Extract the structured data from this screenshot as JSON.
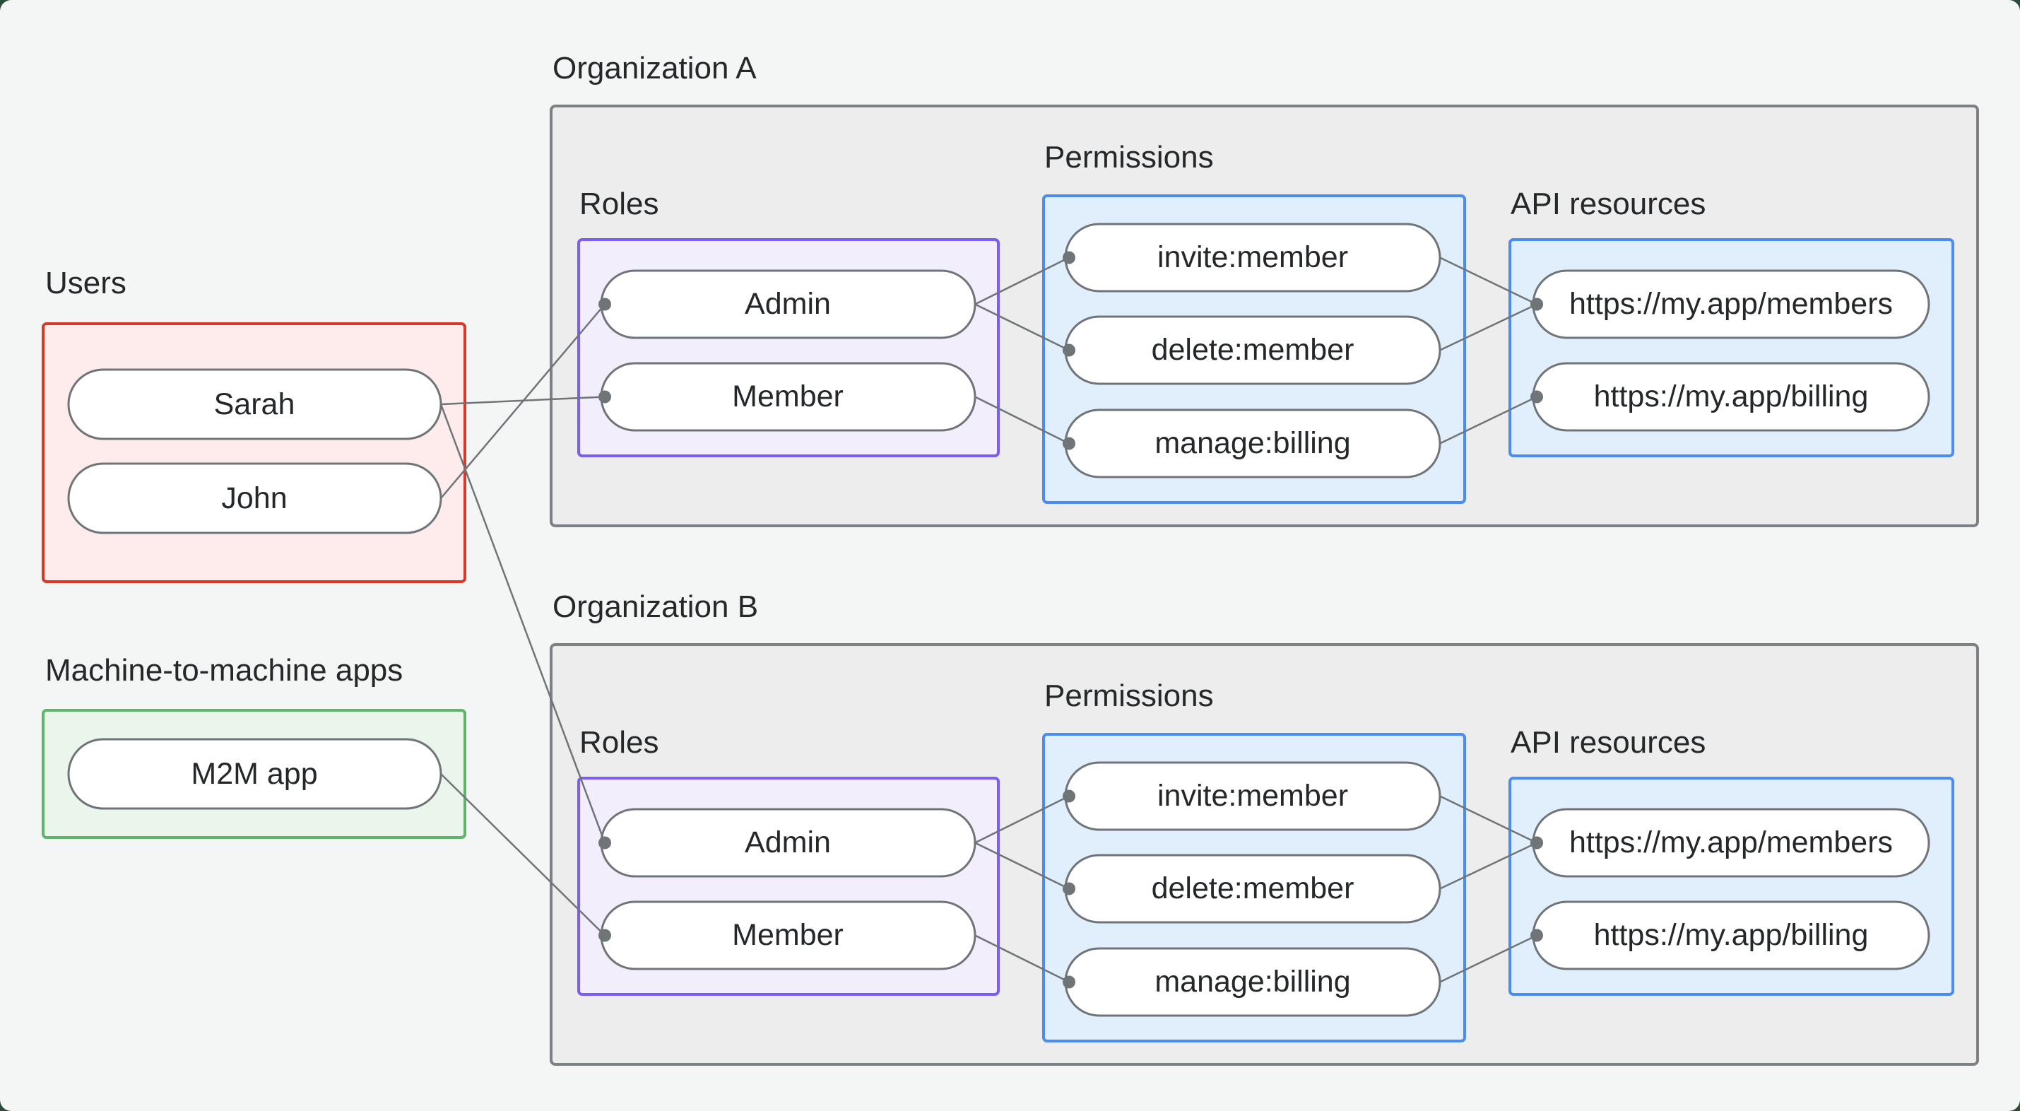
{
  "colors": {
    "page_background": "#f4f6f5",
    "outside_corner": "#2b4c3a",
    "org_box_fill": "#ecedec",
    "org_box_border": "#7b8084",
    "users_box_fill": "#fdeceb",
    "users_box_border": "#db382c",
    "m2m_box_fill": "#eaf6ec",
    "m2m_box_border": "#5fb36a",
    "roles_box_fill": "#f3eefc",
    "roles_box_border": "#7c5cf2",
    "permissions_box_fill": "#e1effd",
    "permissions_box_border": "#4a8cf0",
    "node_fill": "#ffffff",
    "node_border": "#6f7478",
    "edge_color": "#6f7478",
    "text_color": "#25282a"
  },
  "users": {
    "label": "Users",
    "items": [
      {
        "id": "sarah",
        "label": "Sarah"
      },
      {
        "id": "john",
        "label": "John"
      }
    ]
  },
  "m2m": {
    "label": "Machine-to-machine apps",
    "items": [
      {
        "id": "m2m-app",
        "label": "M2M app"
      }
    ]
  },
  "organizations": [
    {
      "id": "orgA",
      "label": "Organization A",
      "roles": {
        "label": "Roles",
        "items": [
          {
            "id": "orgA-admin",
            "label": "Admin"
          },
          {
            "id": "orgA-member",
            "label": "Member"
          }
        ]
      },
      "permissions": {
        "label": "Permissions",
        "items": [
          {
            "id": "orgA-invite",
            "label": "invite:member"
          },
          {
            "id": "orgA-delete",
            "label": "delete:member"
          },
          {
            "id": "orgA-manage",
            "label": "manage:billing"
          }
        ]
      },
      "api_resources": {
        "label": "API resources",
        "items": [
          {
            "id": "orgA-members",
            "label": "https://my.app/members"
          },
          {
            "id": "orgA-billing",
            "label": "https://my.app/billing"
          }
        ]
      }
    },
    {
      "id": "orgB",
      "label": "Organization B",
      "roles": {
        "label": "Roles",
        "items": [
          {
            "id": "orgB-admin",
            "label": "Admin"
          },
          {
            "id": "orgB-member",
            "label": "Member"
          }
        ]
      },
      "permissions": {
        "label": "Permissions",
        "items": [
          {
            "id": "orgB-invite",
            "label": "invite:member"
          },
          {
            "id": "orgB-delete",
            "label": "delete:member"
          },
          {
            "id": "orgB-manage",
            "label": "manage:billing"
          }
        ]
      },
      "api_resources": {
        "label": "API resources",
        "items": [
          {
            "id": "orgB-members",
            "label": "https://my.app/members"
          },
          {
            "id": "orgB-billing",
            "label": "https://my.app/billing"
          }
        ]
      }
    }
  ],
  "edges": [
    {
      "from": "sarah",
      "to": "orgA-member"
    },
    {
      "from": "john",
      "to": "orgA-admin"
    },
    {
      "from": "sarah",
      "to": "orgB-admin"
    },
    {
      "from": "m2m-app",
      "to": "orgB-member"
    },
    {
      "from": "orgA-admin",
      "to": "orgA-invite"
    },
    {
      "from": "orgA-admin",
      "to": "orgA-delete"
    },
    {
      "from": "orgA-member",
      "to": "orgA-manage"
    },
    {
      "from": "orgA-invite",
      "to": "orgA-members"
    },
    {
      "from": "orgA-delete",
      "to": "orgA-members"
    },
    {
      "from": "orgA-manage",
      "to": "orgA-billing"
    },
    {
      "from": "orgB-admin",
      "to": "orgB-invite"
    },
    {
      "from": "orgB-admin",
      "to": "orgB-delete"
    },
    {
      "from": "orgB-member",
      "to": "orgB-manage"
    },
    {
      "from": "orgB-invite",
      "to": "orgB-members"
    },
    {
      "from": "orgB-delete",
      "to": "orgB-members"
    },
    {
      "from": "orgB-manage",
      "to": "orgB-billing"
    }
  ]
}
